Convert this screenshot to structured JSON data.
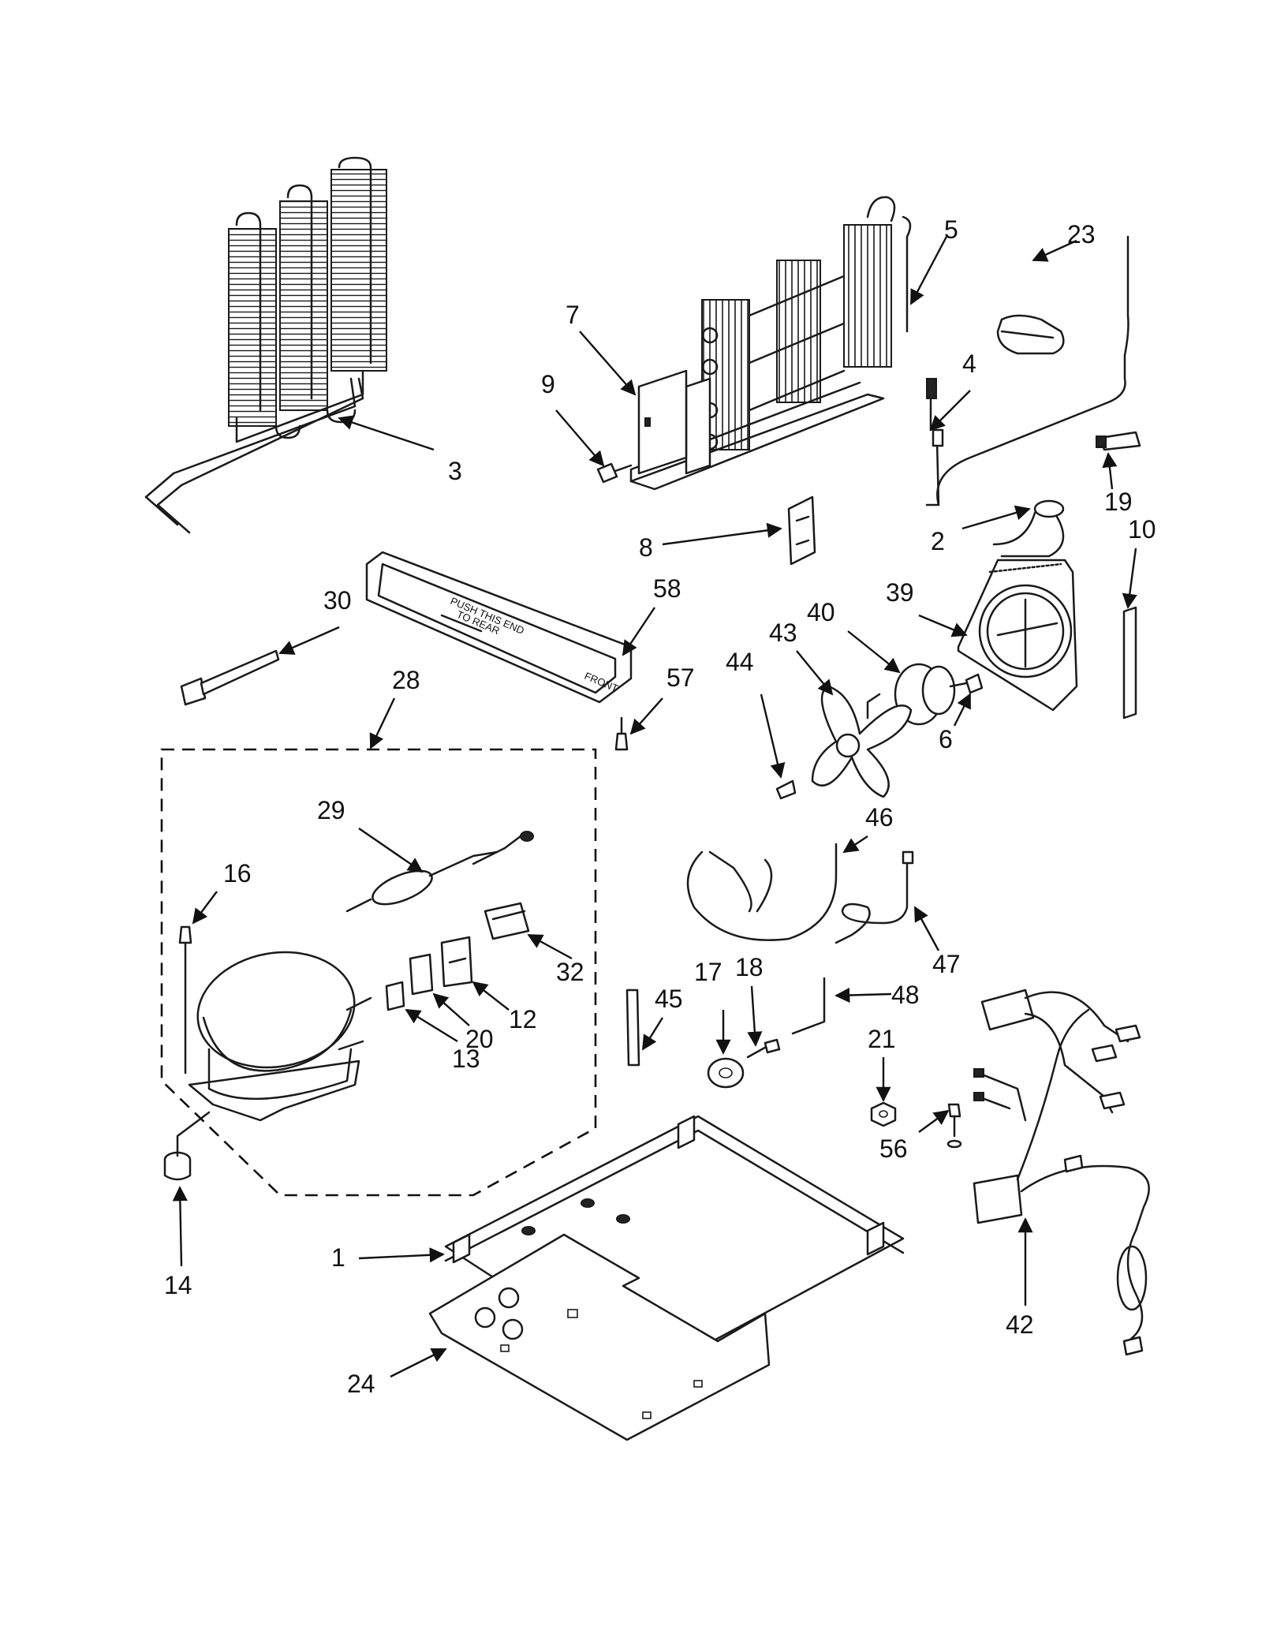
{
  "labels": {
    "p1": "1",
    "p2": "2",
    "p3": "3",
    "p4": "4",
    "p5": "5",
    "p6": "6",
    "p7": "7",
    "p8": "8",
    "p9": "9",
    "p10": "10",
    "p12": "12",
    "p13": "13",
    "p14": "14",
    "p16": "16",
    "p17": "17",
    "p18": "18",
    "p19": "19",
    "p20": "20",
    "p21": "21",
    "p23": "23",
    "p24": "24",
    "p28": "28",
    "p29": "29",
    "p30": "30",
    "p32": "32",
    "p39": "39",
    "p40": "40",
    "p42": "42",
    "p43": "43",
    "p44": "44",
    "p45": "45",
    "p46": "46",
    "p47": "47",
    "p48": "48",
    "p56": "56",
    "p57": "57",
    "p58": "58"
  },
  "tray_text": {
    "line1": "PUSH THIS END",
    "line2": "TO REAR",
    "front": "FRONT"
  }
}
